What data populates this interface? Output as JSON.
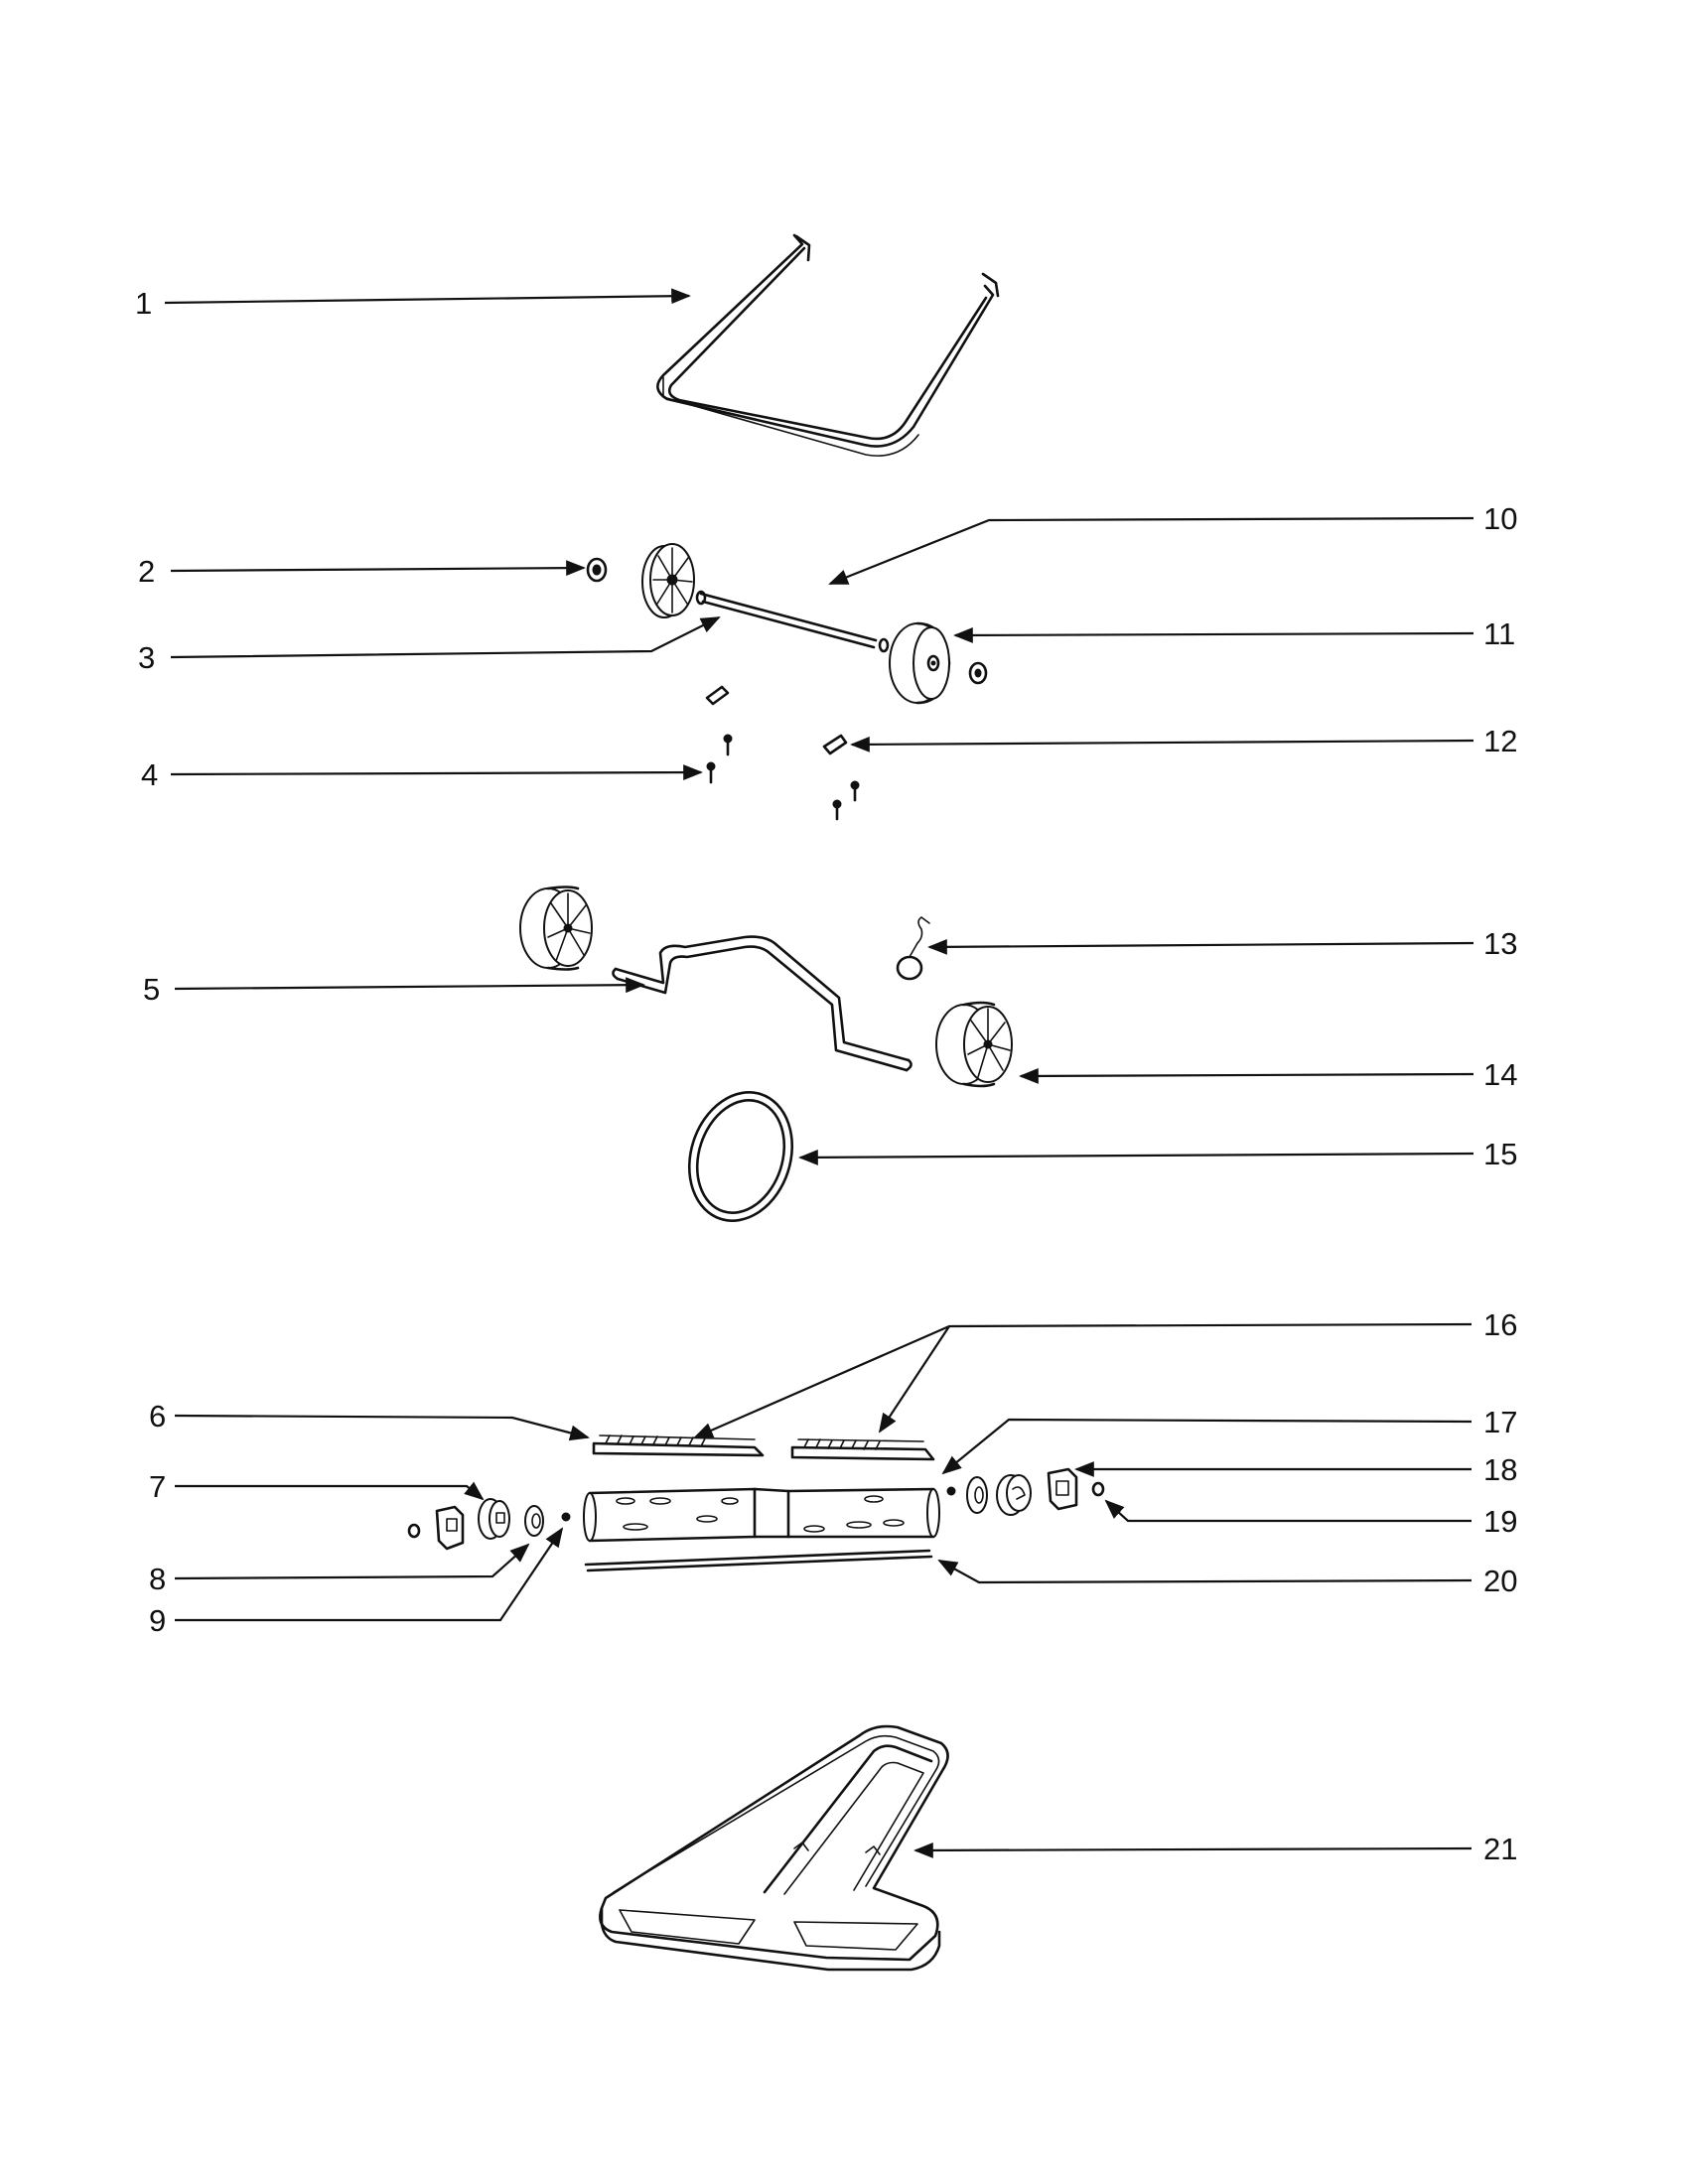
{
  "callouts": [
    {
      "id": 1,
      "label": "1"
    },
    {
      "id": 2,
      "label": "2"
    },
    {
      "id": 3,
      "label": "3"
    },
    {
      "id": 4,
      "label": "4"
    },
    {
      "id": 5,
      "label": "5"
    },
    {
      "id": 6,
      "label": "6"
    },
    {
      "id": 7,
      "label": "7"
    },
    {
      "id": 8,
      "label": "8"
    },
    {
      "id": 9,
      "label": "9"
    },
    {
      "id": 10,
      "label": "10"
    },
    {
      "id": 11,
      "label": "11"
    },
    {
      "id": 12,
      "label": "12"
    },
    {
      "id": 13,
      "label": "13"
    },
    {
      "id": 14,
      "label": "14"
    },
    {
      "id": 15,
      "label": "15"
    },
    {
      "id": 16,
      "label": "16"
    },
    {
      "id": 17,
      "label": "17"
    },
    {
      "id": 18,
      "label": "18"
    },
    {
      "id": 19,
      "label": "19"
    },
    {
      "id": 20,
      "label": "20"
    },
    {
      "id": 21,
      "label": "21"
    }
  ]
}
